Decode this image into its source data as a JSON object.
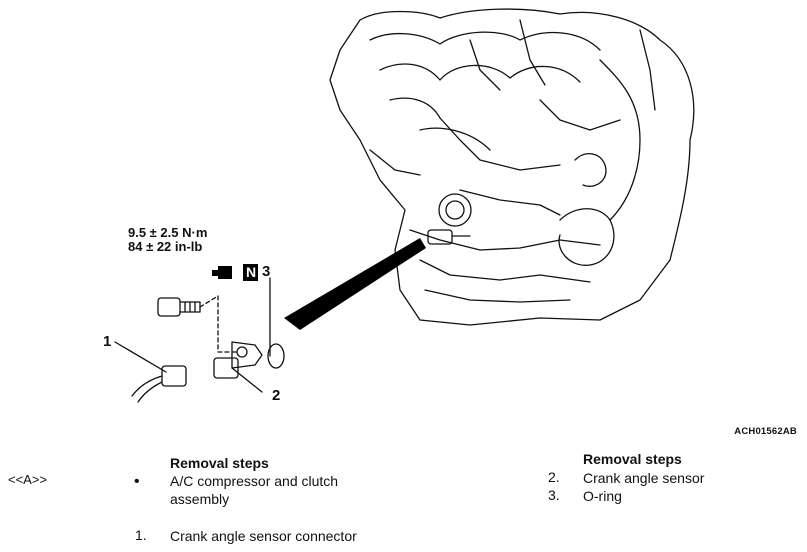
{
  "diagram": {
    "torque_nm": "9.5 ± 2.5 N·m",
    "torque_inlb": "84 ± 22 in-lb",
    "oring_badge": "N",
    "callouts": [
      "1",
      "2",
      "3"
    ],
    "figure_code": "ACH01562AB"
  },
  "left_column": {
    "step_ref": "<<A>>",
    "heading": "Removal steps",
    "bullet_item": "A/C compressor and clutch assembly",
    "numbered_items": [
      {
        "num": "1.",
        "label": "Crank angle sensor connector"
      }
    ]
  },
  "right_column": {
    "heading": "Removal steps",
    "numbered_items": [
      {
        "num": "2.",
        "label": "Crank angle sensor"
      },
      {
        "num": "3.",
        "label": "O-ring"
      }
    ]
  }
}
